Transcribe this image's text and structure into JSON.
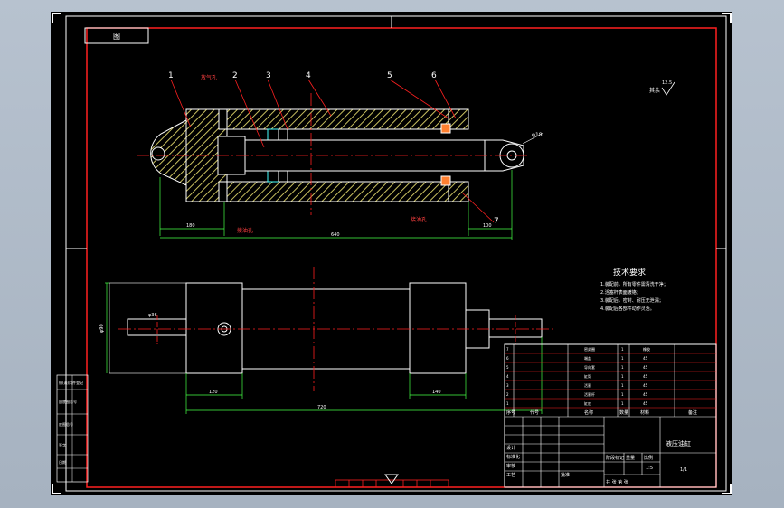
{
  "drawing": {
    "stamp": "图",
    "part_numbers": [
      "1",
      "2",
      "3",
      "4",
      "5",
      "6",
      "7"
    ],
    "port_labels": {
      "top": "放气孔",
      "bottom_left": "接油孔",
      "bottom_right": "接油孔"
    },
    "pin_callout": "φ18",
    "surface_finish": "其余",
    "surface_value": "12.5",
    "tech_requirements": {
      "title": "技术要求",
      "items": [
        "1.装配前，所有零件需清洗干净；",
        "2.活塞杆表面镀铬；",
        "3.装配后，密封、耐压无泄漏；",
        "4.装配后各部件动作灵活。"
      ]
    },
    "dimensions": {
      "rod_dia": "φ36",
      "port_left": "180",
      "total_upper": "640",
      "right_offset": "100",
      "width_left": "φ90",
      "left_block": "120",
      "right_block": "140",
      "total_lower": "720"
    },
    "left_side_labels": [
      "借(通)用件登记",
      "旧底图总号",
      "底图总号",
      "签字",
      "日期"
    ],
    "title_block": {
      "part_title": "液压油缸",
      "scale": "1:5",
      "sheet": "1/1",
      "stage_label": "阶段标记",
      "weight_label": "重量",
      "scale_label": "比例",
      "design_label": "设计",
      "check_label": "审核",
      "process_label": "工艺",
      "approve_label": "批准",
      "std_label": "标准化",
      "sheet_label": "共 张 第 张",
      "bom_headers": [
        "序号",
        "代号",
        "名称",
        "数量",
        "材料",
        "备注"
      ],
      "bom_rows": [
        [
          "7",
          "",
          "密封圈",
          "1",
          "橡胶",
          ""
        ],
        [
          "6",
          "",
          "端盖",
          "1",
          "45",
          ""
        ],
        [
          "5",
          "",
          "导向套",
          "1",
          "45",
          ""
        ],
        [
          "4",
          "",
          "缸筒",
          "1",
          "45",
          ""
        ],
        [
          "3",
          "",
          "活塞",
          "1",
          "45",
          ""
        ],
        [
          "2",
          "",
          "活塞杆",
          "1",
          "45",
          ""
        ],
        [
          "1",
          "",
          "缸底",
          "1",
          "45",
          ""
        ]
      ]
    }
  }
}
